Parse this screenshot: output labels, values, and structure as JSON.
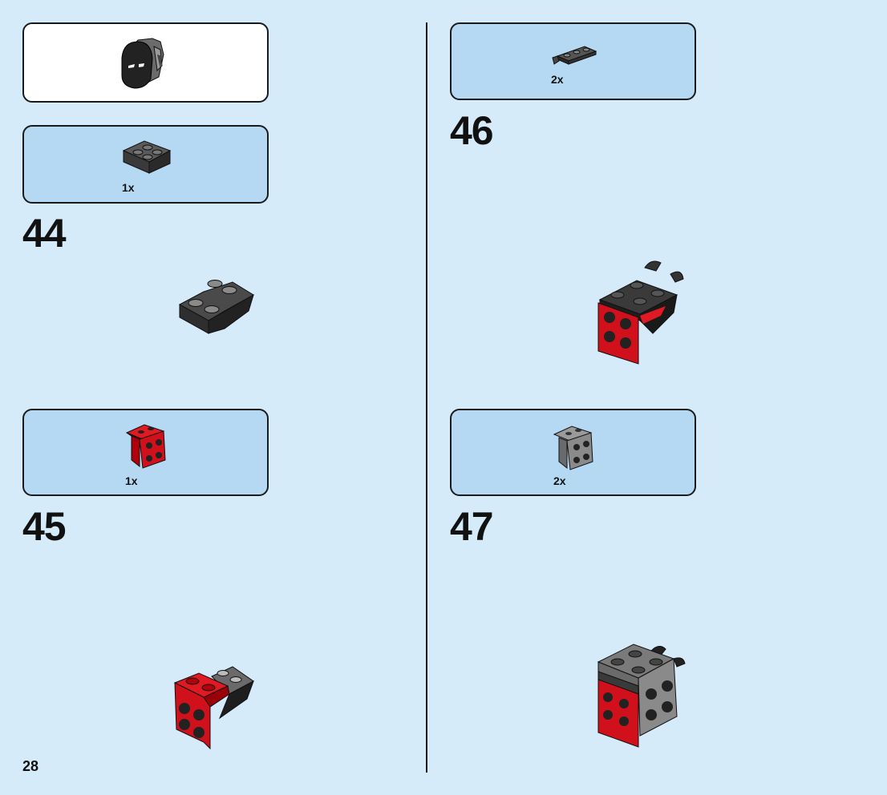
{
  "page": {
    "number": "28"
  },
  "colors": {
    "background": "#d5ebfa",
    "parts_box": "#b5d9f2",
    "red": "#d0101a",
    "dark_grey": "#3d3d3d",
    "grey": "#8a8a8a"
  },
  "left": {
    "minifig_box": {
      "icon": "minifig-helmet-icon"
    },
    "step44": {
      "number": "44",
      "part_qty": "1x",
      "part_icon": "dark-grey-inverted-slope-plate-icon"
    },
    "step45": {
      "number": "45",
      "part_qty": "1x",
      "part_icon": "red-bracket-icon"
    }
  },
  "right": {
    "step46": {
      "number": "46",
      "part_qty": "2x",
      "part_icon": "dark-grey-plate-with-clip-icon"
    },
    "step47": {
      "number": "47",
      "part_qty": "2x",
      "part_icon": "grey-bracket-icon"
    }
  }
}
